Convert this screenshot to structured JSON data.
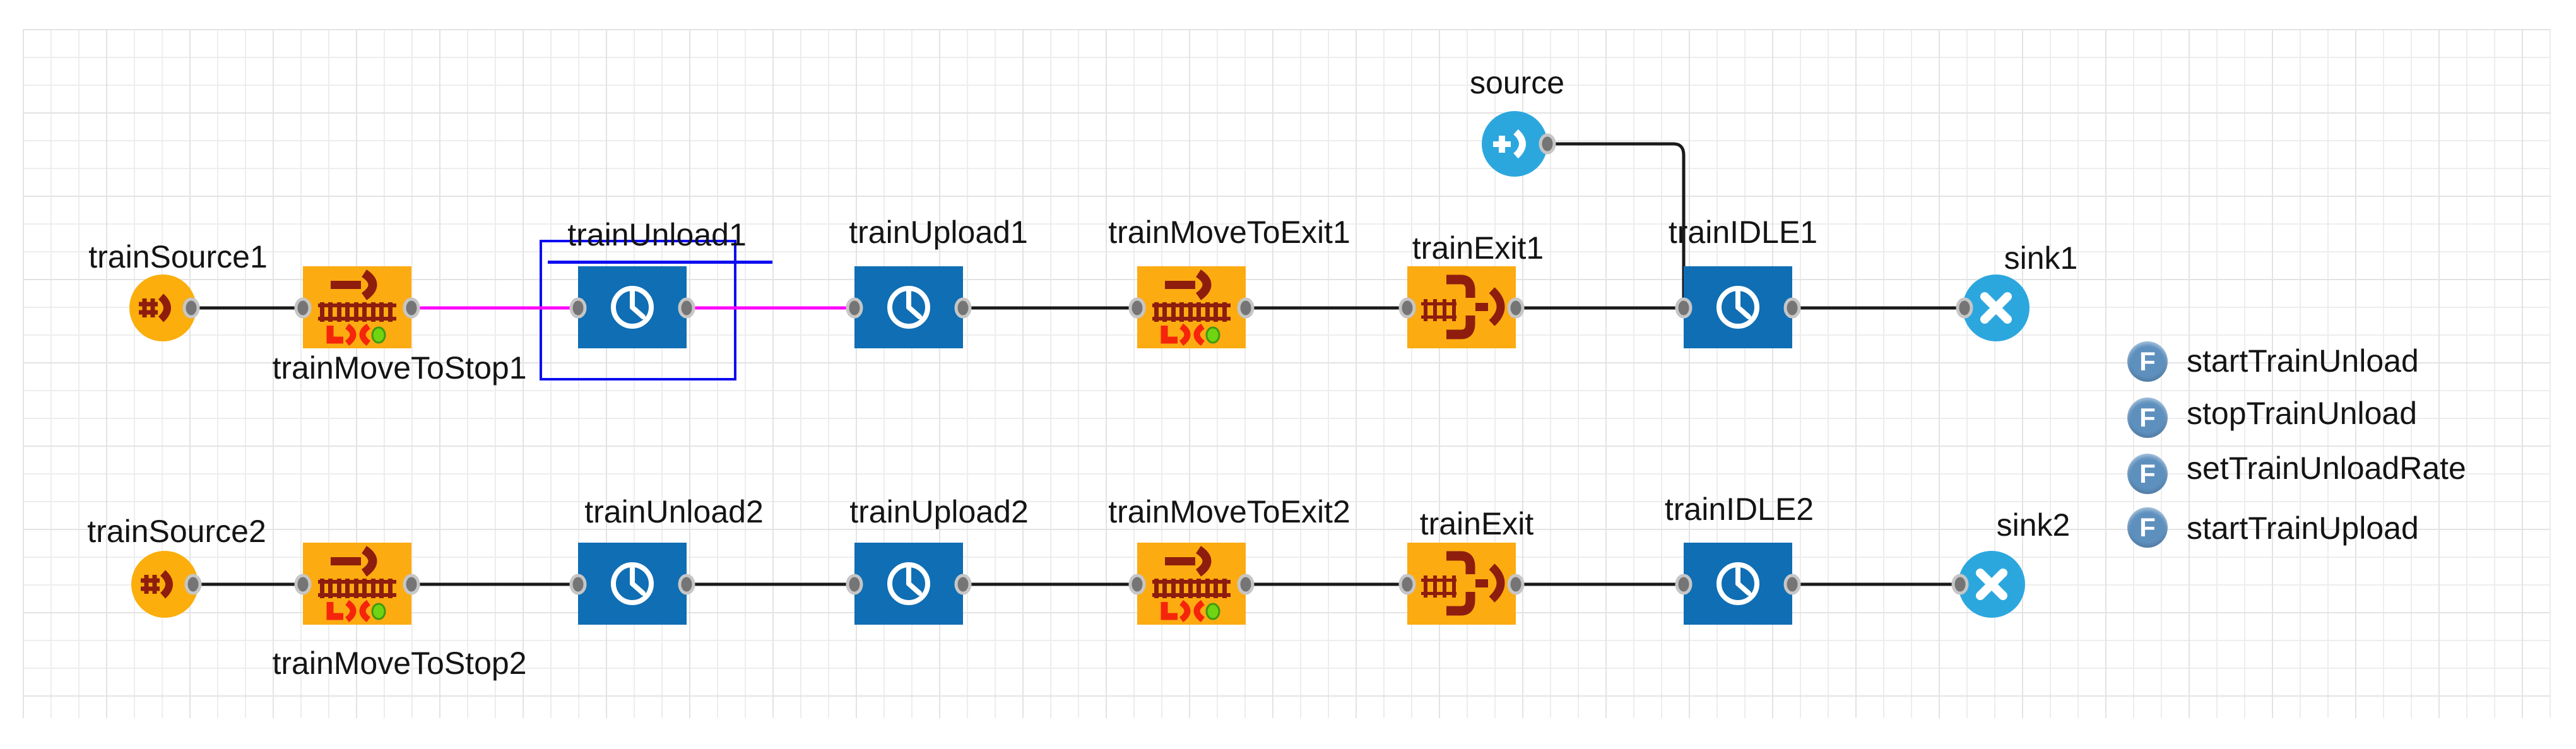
{
  "canvas": {
    "type": "process-model-editor",
    "selected_node": "trainUnload1",
    "grid_visible": true
  },
  "colors": {
    "block_blue": "#0f6eb4",
    "block_orange": "#fcab11",
    "circle_orange": "#fbae0c",
    "circle_cyan": "#2ca7de",
    "function_icon_blue": "#5e90be",
    "icon_dark_red": "#8e1d0e",
    "icon_bright_red": "#f5250b",
    "icon_green": "#70d413",
    "connector_black": "#1a1a1a",
    "connector_selected_magenta": "#ff00ff",
    "selection_blue": "#0d0df0",
    "grid_line": "#ededed",
    "label_text": "#141414"
  },
  "labels": {
    "trainSource1": "trainSource1",
    "trainMoveToStop1": "trainMoveToStop1",
    "trainUnload1": "trainUnload1",
    "trainUpload1": "trainUpload1",
    "trainMoveToExit1": "trainMoveToExit1",
    "trainExit1": "trainExit1",
    "trainIDLE1": "trainIDLE1",
    "sink1": "sink1",
    "source": "source",
    "trainSource2": "trainSource2",
    "trainMoveToStop2": "trainMoveToStop2",
    "trainUnload2": "trainUnload2",
    "trainUpload2": "trainUpload2",
    "trainMoveToExit2": "trainMoveToExit2",
    "trainExit": "trainExit",
    "trainIDLE2": "trainIDLE2",
    "sink2": "sink2"
  },
  "functions": [
    {
      "label": "startTrainUnload"
    },
    {
      "label": "stopTrainUnload"
    },
    {
      "label": "setTrainUnloadRate"
    },
    {
      "label": "startTrainUpload"
    }
  ],
  "function_icon_letter": "F",
  "icons": {
    "delay_block": "clock-icon",
    "move_block": "railroad-track-arrow-icon",
    "exit_block": "track-exit-bracket-icon",
    "train_source": "track-enter-arrow-icon",
    "source": "plus-arrow-icon",
    "sink": "x-cross-icon",
    "function": "f-letter-icon"
  }
}
